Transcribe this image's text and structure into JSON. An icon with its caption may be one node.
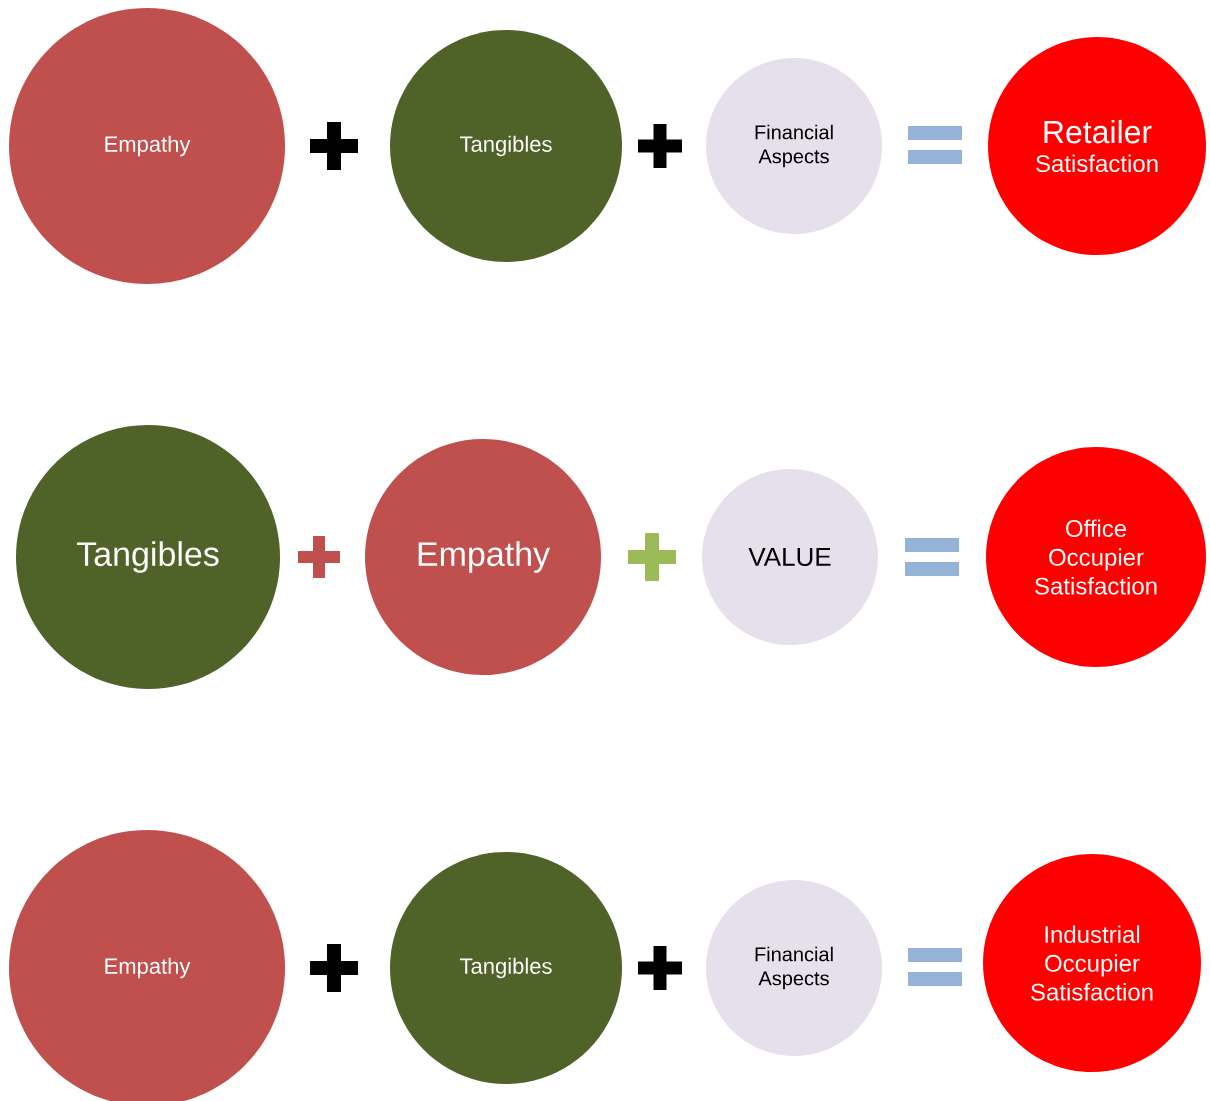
{
  "diagram": {
    "nodes": [
      {
        "text": [
          "Empathy"
        ]
      },
      {
        "text": [
          "Tangibles"
        ]
      },
      {
        "text": [
          "Financial Aspects"
        ]
      },
      {
        "text": [
          "Retailer",
          "Satisfaction"
        ]
      },
      {
        "text": [
          "Tangibles"
        ]
      },
      {
        "text": [
          "Empathy"
        ]
      },
      {
        "text": [
          "VALUE"
        ]
      },
      {
        "text": [
          "Office Occupier Satisfaction"
        ]
      },
      {
        "text": [
          "Empathy"
        ]
      },
      {
        "text": [
          "Tangibles"
        ]
      },
      {
        "text": [
          "Financial Aspects"
        ]
      },
      {
        "text": [
          "Industrial Occupier Satisfaction"
        ]
      }
    ]
  }
}
